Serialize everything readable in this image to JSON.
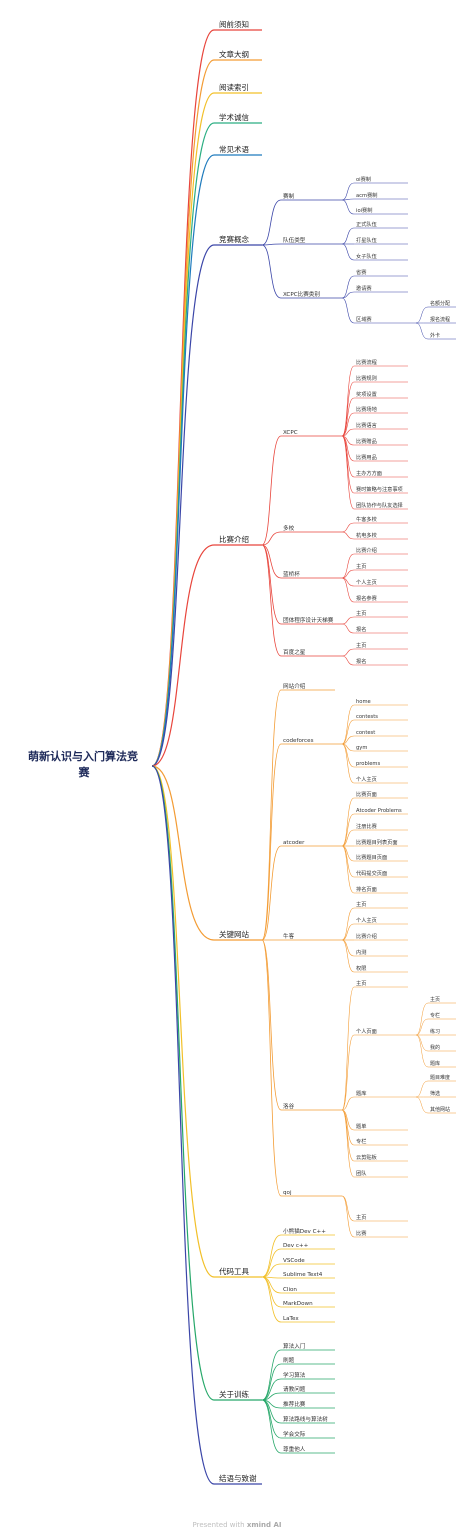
{
  "root": {
    "title_line1": "萌新认识与入门算法竞",
    "title_line2": "赛"
  },
  "footer": {
    "presented": "Presented with",
    "brand": "xmind AI"
  },
  "colors": {
    "red": "#e8453c",
    "orange": "#f39c34",
    "yellow": "#f2c029",
    "teal": "#2bae82",
    "blue": "#3b46a8",
    "green": "#27a86a",
    "purple": "#5b4aa8"
  },
  "branches": [
    {
      "label": "阅前须知",
      "color": "#e8453c",
      "children": []
    },
    {
      "label": "文章大纲",
      "color": "#f39c34",
      "children": []
    },
    {
      "label": "阅读索引",
      "color": "#f2c029",
      "children": []
    },
    {
      "label": "学术诚信",
      "color": "#2bae82",
      "children": []
    },
    {
      "label": "常见术语",
      "color": "#1f7bbd",
      "children": []
    },
    {
      "label": "竞赛概念",
      "color": "#3b46a8",
      "children": [
        {
          "label": "赛制",
          "children": [
            {
              "label": "oi赛制"
            },
            {
              "label": "acm赛制"
            },
            {
              "label": "ioi赛制"
            }
          ]
        },
        {
          "label": "队伍类型",
          "children": [
            {
              "label": "正式队伍"
            },
            {
              "label": "打星队伍"
            },
            {
              "label": "女子队伍"
            }
          ]
        },
        {
          "label": "XCPC比赛类别",
          "children": [
            {
              "label": "省赛"
            },
            {
              "label": "邀请赛"
            },
            {
              "label": "区域赛",
              "children": [
                {
                  "label": "名额分配"
                },
                {
                  "label": "报名流程"
                },
                {
                  "label": "外卡"
                }
              ]
            }
          ]
        }
      ]
    },
    {
      "label": "比赛介绍",
      "color": "#e8453c",
      "children": [
        {
          "label": "XCPC",
          "children": [
            {
              "label": "比赛流程"
            },
            {
              "label": "比赛规则"
            },
            {
              "label": "奖项设置"
            },
            {
              "label": "比赛场地"
            },
            {
              "label": "比赛语言"
            },
            {
              "label": "比赛赠品"
            },
            {
              "label": "比赛用品"
            },
            {
              "label": "主办方方面"
            },
            {
              "label": "赛时策略与注意事项"
            },
            {
              "label": "团队协作与队友选择"
            }
          ]
        },
        {
          "label": "多校",
          "children": [
            {
              "label": "牛客多校"
            },
            {
              "label": "杭电多校"
            }
          ]
        },
        {
          "label": "蓝桥杯",
          "children": [
            {
              "label": "比赛介绍"
            },
            {
              "label": "主页"
            },
            {
              "label": "个人主页"
            },
            {
              "label": "报名参赛"
            }
          ]
        },
        {
          "label": "团体程序设计天梯赛",
          "children": [
            {
              "label": "主页"
            },
            {
              "label": "报名"
            }
          ]
        },
        {
          "label": "百度之星",
          "children": [
            {
              "label": "主页"
            },
            {
              "label": "报名"
            }
          ]
        }
      ]
    },
    {
      "label": "关键网站",
      "color": "#f39c34",
      "children": [
        {
          "label": "网站介绍",
          "children": []
        },
        {
          "label": "codeforces",
          "children": [
            {
              "label": "home"
            },
            {
              "label": "contests"
            },
            {
              "label": "contest"
            },
            {
              "label": "gym"
            },
            {
              "label": "problems"
            },
            {
              "label": "个人主页"
            }
          ]
        },
        {
          "label": "atcoder",
          "children": [
            {
              "label": "比赛页面"
            },
            {
              "label": "Atcoder Problems"
            },
            {
              "label": "注册比赛"
            },
            {
              "label": "比赛题目列表页面"
            },
            {
              "label": "比赛题目页面"
            },
            {
              "label": "代码提交页面"
            },
            {
              "label": "排名页面"
            }
          ]
        },
        {
          "label": "牛客",
          "children": [
            {
              "label": "主页"
            },
            {
              "label": "个人主页"
            },
            {
              "label": "比赛介绍"
            },
            {
              "label": "内测"
            },
            {
              "label": "权限"
            }
          ]
        },
        {
          "label": "洛谷",
          "children": [
            {
              "label": "主页"
            },
            {
              "label": "个人页面",
              "children": [
                {
                  "label": "主页"
                },
                {
                  "label": "专栏"
                },
                {
                  "label": "练习"
                },
                {
                  "label": "我的"
                },
                {
                  "label": "题库"
                }
              ]
            },
            {
              "label": "题库",
              "children": [
                {
                  "label": "题目难度"
                },
                {
                  "label": "筛选"
                },
                {
                  "label": "其他网站"
                }
              ]
            },
            {
              "label": "题单"
            },
            {
              "label": "专栏"
            },
            {
              "label": "云剪贴板"
            },
            {
              "label": "团队"
            }
          ]
        },
        {
          "label": "qoj",
          "children": [
            {
              "label": "主页"
            },
            {
              "label": "比赛"
            }
          ]
        }
      ]
    },
    {
      "label": "代码工具",
      "color": "#f2c029",
      "children": [
        {
          "label": "小熊猫Dev C++",
          "children": []
        },
        {
          "label": "Dev c++",
          "children": []
        },
        {
          "label": "VSCode",
          "children": []
        },
        {
          "label": "Sublime Text4",
          "children": []
        },
        {
          "label": "Clion",
          "children": []
        },
        {
          "label": "MarkDown",
          "children": []
        },
        {
          "label": "LaTex",
          "children": []
        }
      ]
    },
    {
      "label": "关于训练",
      "color": "#27a86a",
      "children": [
        {
          "label": "算法入门",
          "children": []
        },
        {
          "label": "刷题",
          "children": []
        },
        {
          "label": "学习算法",
          "children": []
        },
        {
          "label": "请教问题",
          "children": []
        },
        {
          "label": "推荐比赛",
          "children": []
        },
        {
          "label": "算法路线与算法树",
          "children": []
        },
        {
          "label": "学会交际",
          "children": []
        },
        {
          "label": "尊重他人",
          "children": []
        }
      ]
    },
    {
      "label": "结语与致谢",
      "color": "#3b46a8",
      "children": []
    }
  ]
}
